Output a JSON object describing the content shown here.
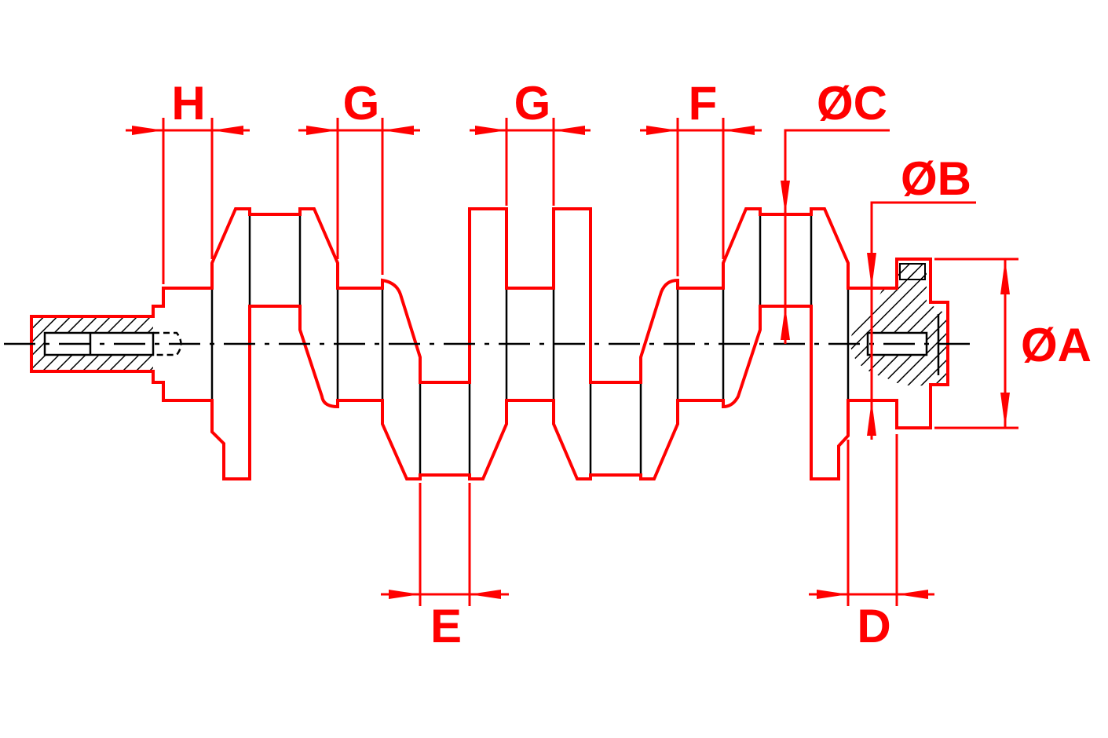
{
  "title": "Crankshaft dimension diagram",
  "dimensions": {
    "h": "H",
    "g1": "G",
    "g2": "G",
    "f": "F",
    "c": "ØC",
    "b": "ØB",
    "a": "ØA",
    "e": "E",
    "d": "D"
  },
  "colors": {
    "outline": "#ff0000",
    "detail": "#000000"
  }
}
